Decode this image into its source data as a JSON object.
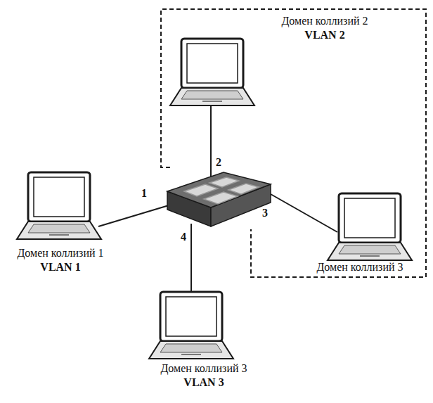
{
  "diagram": {
    "nodes": [
      {
        "text": [
          "Домен коллизий 2",
          "VLAN 2"
        ]
      },
      {
        "text": [
          "Домен коллизий 1",
          "VLAN 1"
        ]
      },
      {
        "text": [
          "Домен коллизий 3"
        ]
      },
      {
        "text": [
          "Домен коллизий 3",
          "VLAN 3"
        ]
      }
    ],
    "labels": [
      "2",
      "1",
      "3",
      "4"
    ]
  }
}
